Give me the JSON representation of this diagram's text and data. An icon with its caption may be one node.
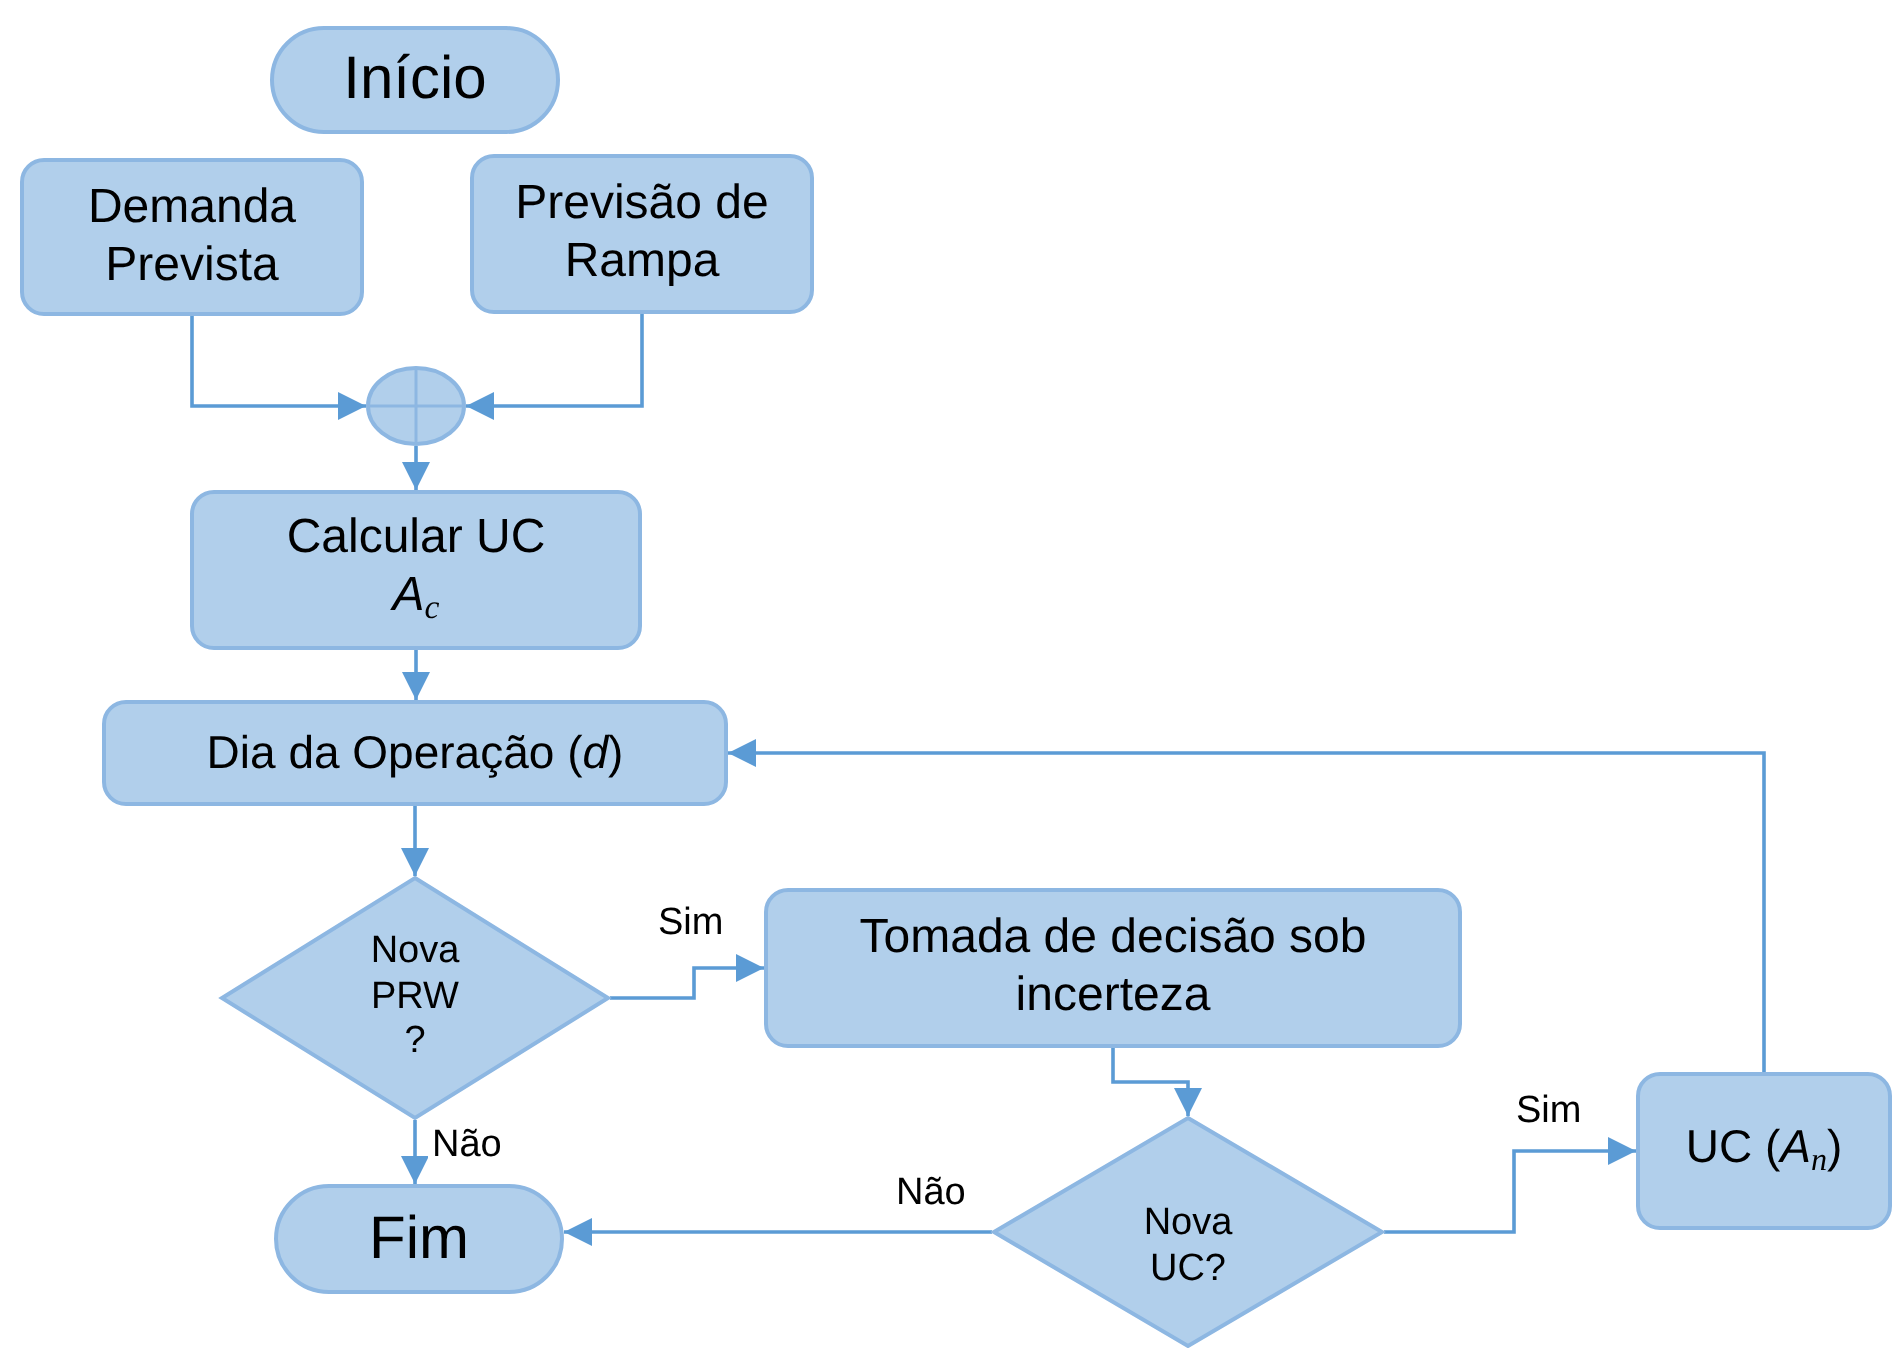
{
  "diagram": {
    "nodes": [
      {
        "text": [
          "Início"
        ]
      },
      {
        "text": [
          "Demanda Prevista"
        ]
      },
      {
        "text": [
          "Previsão de Rampa"
        ]
      },
      {
        "text": [],
        "shape": "circle"
      },
      {
        "text": [
          "Calcular UC",
          "*A*$_{c}$"
        ]
      },
      {
        "text": [
          "Dia da Operação  (*d*)"
        ]
      },
      {
        "text": [
          "Nova PRW ?"
        ]
      },
      {
        "text": [
          "Tomada de decisão sob incerteza"
        ]
      },
      {
        "text": [
          "Fim"
        ]
      },
      {
        "text": [
          "Nova UC?"
        ]
      },
      {
        "text": [
          "UC (*A*$_{n}$)"
        ]
      }
    ],
    "edges": [
      {
        "from": 1,
        "to": 3,
        "arrow": "to"
      },
      {
        "from": 2,
        "to": 3,
        "arrow": "to"
      },
      {
        "from": 3,
        "to": 4,
        "arrow": "to"
      },
      {
        "from": 4,
        "to": 5,
        "arrow": "to"
      },
      {
        "from": 5,
        "to": 6,
        "arrow": "to"
      },
      {
        "from": 6,
        "to": 7,
        "arrow": "to",
        "label": "Sim"
      },
      {
        "from": 6,
        "to": 8,
        "arrow": "to",
        "label": "Não"
      },
      {
        "from": 7,
        "to": 9,
        "arrow": "to"
      },
      {
        "from": 9,
        "to": 8,
        "arrow": "to",
        "label": "Não"
      },
      {
        "from": 9,
        "to": 10,
        "arrow": "to",
        "label": "Sim"
      },
      {
        "from": 10,
        "to": 5,
        "arrow": "to"
      }
    ]
  }
}
